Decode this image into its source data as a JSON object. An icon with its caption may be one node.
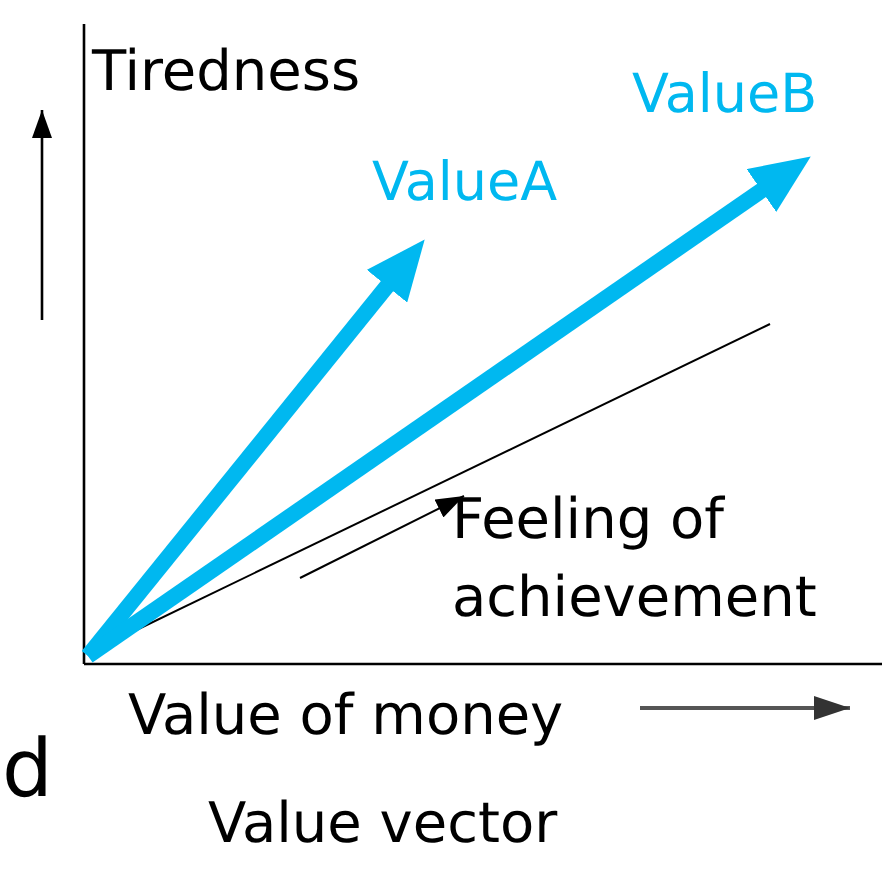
{
  "diagram": {
    "caption": "Value vector",
    "labels": [
      "Tiredness",
      "ValueB",
      "ValueA",
      "Feeling of achievement",
      "Value of money",
      "d"
    ]
  }
}
